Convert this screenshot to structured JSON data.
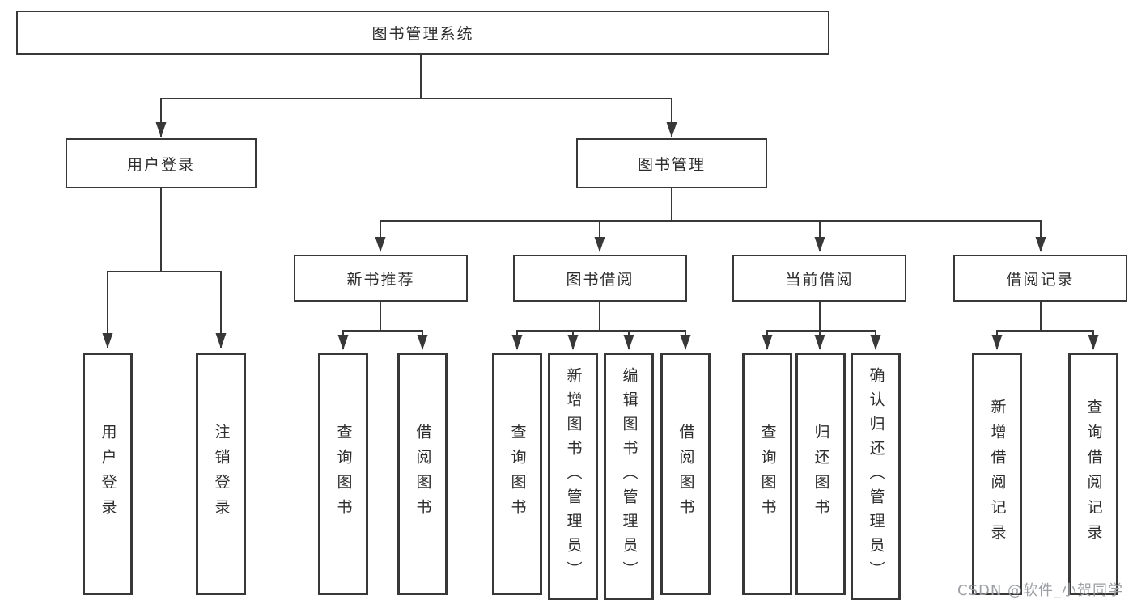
{
  "nodes": {
    "root": {
      "label": "图书管理系统"
    },
    "level2": [
      {
        "id": "user-login",
        "label": "用户登录"
      },
      {
        "id": "book-management",
        "label": "图书管理"
      }
    ],
    "level3": [
      {
        "id": "new-book-recommend",
        "label": "新书推荐",
        "parent": "图书管理"
      },
      {
        "id": "book-borrow",
        "label": "图书借阅",
        "parent": "图书管理"
      },
      {
        "id": "current-borrow",
        "label": "当前借阅",
        "parent": "图书管理"
      },
      {
        "id": "borrow-records",
        "label": "借阅记录",
        "parent": "图书管理"
      }
    ],
    "leaves": [
      {
        "id": "leaf-user-login",
        "label": "用户登录",
        "parent": "用户登录"
      },
      {
        "id": "leaf-logout",
        "label": "注销登录",
        "parent": "用户登录"
      },
      {
        "id": "leaf-query-books-recommend",
        "label": "查询图书",
        "parent": "新书推荐"
      },
      {
        "id": "leaf-borrow-books-recommend",
        "label": "借阅图书",
        "parent": "新书推荐"
      },
      {
        "id": "leaf-query-books-borrow",
        "label": "查询图书",
        "parent": "图书借阅"
      },
      {
        "id": "leaf-add-books-admin",
        "label": "新增图书（管理员）",
        "parent": "图书借阅"
      },
      {
        "id": "leaf-edit-books-admin",
        "label": "编辑图书（管理员）",
        "parent": "图书借阅"
      },
      {
        "id": "leaf-borrow-books",
        "label": "借阅图书",
        "parent": "图书借阅"
      },
      {
        "id": "leaf-query-books-current",
        "label": "查询图书",
        "parent": "当前借阅"
      },
      {
        "id": "leaf-return-books",
        "label": "归还图书",
        "parent": "当前借阅"
      },
      {
        "id": "leaf-confirm-return-admin",
        "label": "确认归还（管理员）",
        "parent": "当前借阅"
      },
      {
        "id": "leaf-add-borrow-record",
        "label": "新增借阅记录",
        "parent": "借阅记录"
      },
      {
        "id": "leaf-query-borrow-record",
        "label": "查询借阅记录",
        "parent": "借阅记录"
      }
    ]
  },
  "watermark": "CSDN @软件_小贺同学",
  "colors": {
    "line": "#383838",
    "box_border": "#383838",
    "text": "#2d2d2d",
    "watermark": "#9c9fa3",
    "background": "#ffffff"
  }
}
